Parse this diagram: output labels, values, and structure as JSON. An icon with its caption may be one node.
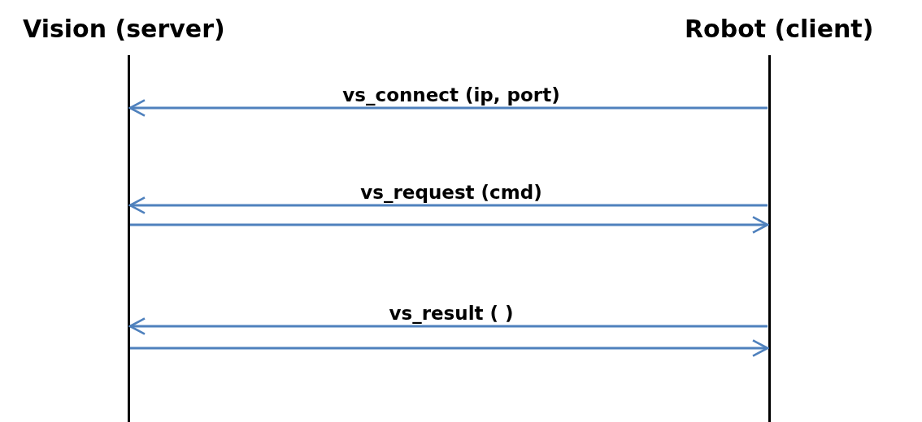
{
  "diagram": {
    "nodes": [
      {
        "text": [
          "Vision (server)"
        ]
      },
      {
        "text": [
          "Robot (client)"
        ]
      }
    ],
    "edges": [
      {
        "from": 1,
        "to": 0,
        "arrow": "to",
        "label": "vs_connect (ip, port)"
      },
      {
        "from": 1,
        "to": 0,
        "arrow": "to",
        "label": "vs_request (cmd)"
      },
      {
        "from": 0,
        "to": 1,
        "arrow": "to"
      },
      {
        "from": 1,
        "to": 0,
        "arrow": "to",
        "label": "vs_result ( )"
      },
      {
        "from": 0,
        "to": 1,
        "arrow": "to"
      }
    ]
  }
}
